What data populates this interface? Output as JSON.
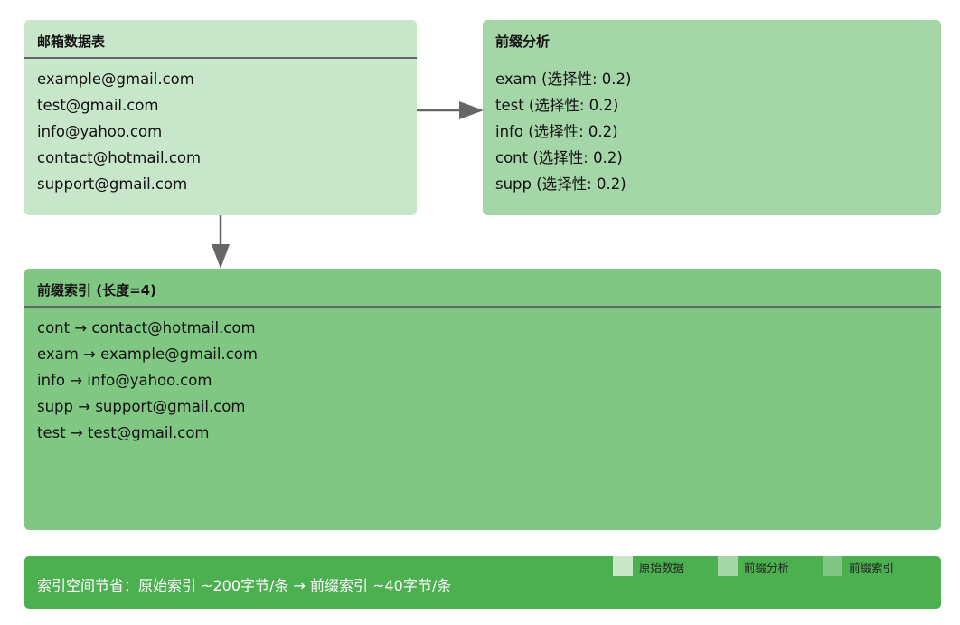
{
  "email_table": {
    "title": "邮箱数据表",
    "items": [
      "example@gmail.com",
      "test@gmail.com",
      "info@yahoo.com",
      "contact@hotmail.com",
      "support@gmail.com"
    ]
  },
  "prefix_analysis": {
    "title": "前缀分析",
    "items": [
      "exam (选择性: 0.2)",
      "test (选择性: 0.2)",
      "info (选择性: 0.2)",
      "cont (选择性: 0.2)",
      "supp (选择性: 0.2)"
    ]
  },
  "prefix_index": {
    "title": "前缀索引 (长度=4)",
    "items": [
      "cont → contact@hotmail.com",
      "exam → example@gmail.com",
      "info → info@yahoo.com",
      "supp → support@gmail.com",
      "test → test@gmail.com"
    ]
  },
  "footer": {
    "text": "索引空间节省：原始索引 ~200字节/条 → 前缀索引 ~40字节/条"
  },
  "legend": [
    {
      "label": "原始数据",
      "color": "#c8e6c9"
    },
    {
      "label": "前缀分析",
      "color": "#a5d6a7"
    },
    {
      "label": "前缀索引",
      "color": "#81c784"
    }
  ],
  "colors": {
    "arrow": "#666666",
    "footer_bg": "#4caf50"
  }
}
